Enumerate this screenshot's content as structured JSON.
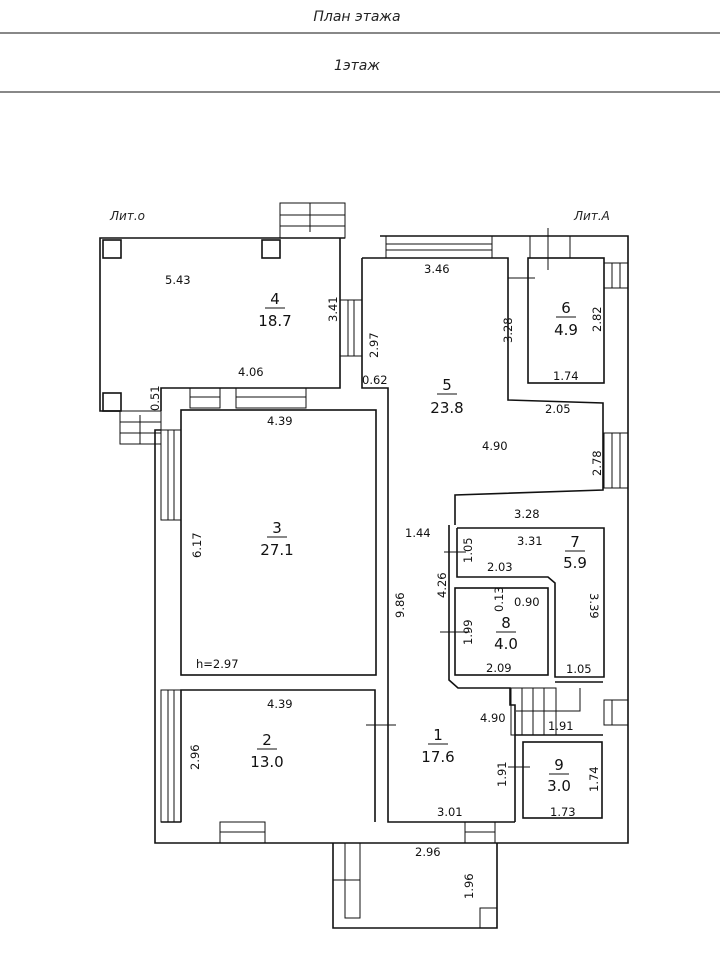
{
  "header": {
    "title": "План этажа",
    "floor": "1этаж"
  },
  "labels": {
    "lit_o": "Лит.о",
    "lit_a": "Лит.А"
  },
  "rooms": [
    {
      "num": "1",
      "area": "17.6"
    },
    {
      "num": "2",
      "area": "13.0"
    },
    {
      "num": "3",
      "area": "27.1"
    },
    {
      "num": "4",
      "area": "18.7"
    },
    {
      "num": "5",
      "area": "23.8"
    },
    {
      "num": "6",
      "area": "4.9"
    },
    {
      "num": "7",
      "area": "5.9"
    },
    {
      "num": "8",
      "area": "4.0"
    },
    {
      "num": "9",
      "area": "3.0"
    }
  ],
  "dims": [
    "5.43",
    "4.06",
    "3.41",
    "2.97",
    "0.62",
    "0.51",
    "4.39",
    "3.46",
    "3.28",
    "2.82",
    "1.74",
    "2.05",
    "4.90",
    "2.78",
    "3.28",
    "1.44",
    "3.31",
    "1.05",
    "2.03",
    "4.26",
    "0.13",
    "0.90",
    "3.39",
    "1.99",
    "2.09",
    "1.05",
    "9.86",
    "6.17",
    "h=2.97",
    "4.39",
    "2.96",
    "4.90",
    "1.91",
    "1.91",
    "1.74",
    "1.73",
    "3.01",
    "2.96",
    "1.96"
  ]
}
